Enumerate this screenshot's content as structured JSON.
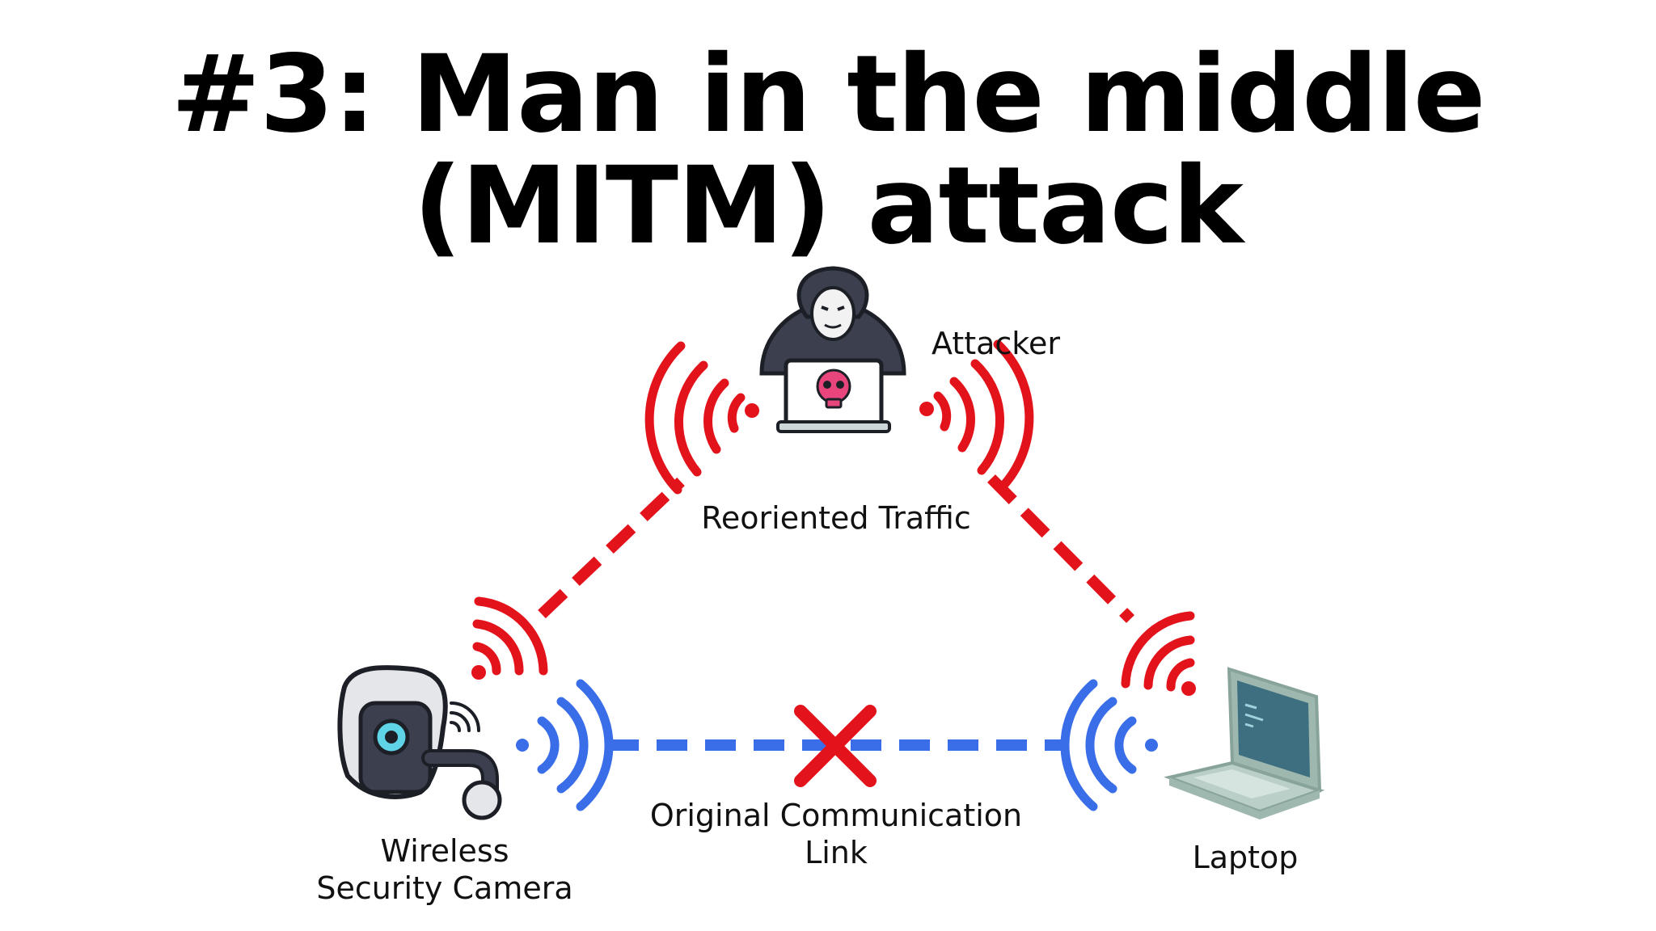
{
  "title": {
    "line1": "#3: Man in the middle",
    "line2": "(MITM) attack"
  },
  "labels": {
    "attacker": "Attacker",
    "reoriented_traffic": "Reoriented Traffic",
    "original_link_line1": "Original Communication",
    "original_link_line2": "Link",
    "camera_line1": "Wireless",
    "camera_line2": "Security Camera",
    "laptop": "Laptop"
  },
  "colors": {
    "attack_path": "#e3131b",
    "original_link": "#3a6ee8",
    "blocked_mark": "#e3131b",
    "hood": "#3b3f4e",
    "skull": "#e8457c",
    "laptop_screen": "#3e6f80",
    "laptop_body": "#b9cfc7"
  },
  "icons": {
    "attacker": "hooded-hacker-icon",
    "camera": "wireless-camera-icon",
    "laptop": "laptop-icon",
    "blocked": "red-x-icon"
  }
}
